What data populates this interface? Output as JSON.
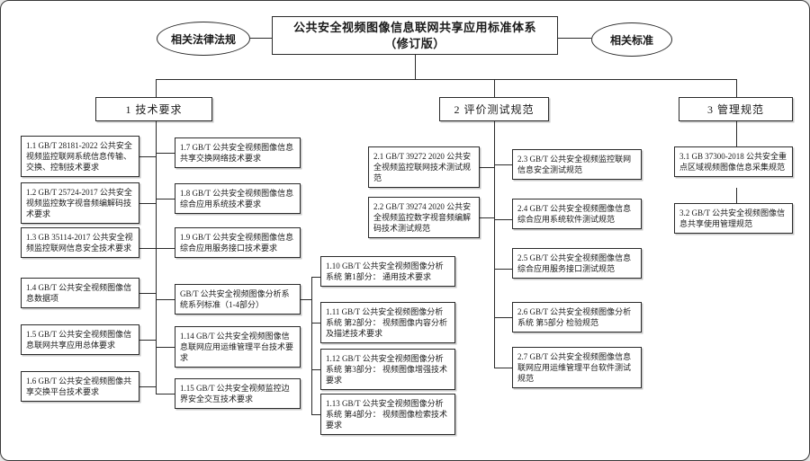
{
  "diagram": {
    "title_line1": "公共安全视频图像信息联网共享应用标准体系",
    "title_line2": "（修订版）",
    "left_ellipse": "相关法律法规",
    "right_ellipse": "相关标准",
    "colors": {
      "ink": "#2a2a2a",
      "paper": "#ffffff"
    }
  },
  "branches": {
    "b1": "1 技术要求",
    "b2": "2 评价测试规范",
    "b3": "3 管理规范"
  },
  "nodes": {
    "n1_1": "1.1 GB/T 28181-2022 公共安全视频监控联网系统信息传输、交换、控制技术要求",
    "n1_2": "1.2 GB/T 25724-2017 公共安全视频监控数字视音频编解码技术要求",
    "n1_3": "1.3 GB 35114-2017 公共安全视频监控联网信息安全技术要求",
    "n1_4": "1.4 GB/T 公共安全视频图像信息数据项",
    "n1_5": "1.5 GB/T 公共安全视频图像信息联网共享应用总体要求",
    "n1_6": "1.6 GB/T 公共安全视频图像共享交换平台技术要求",
    "n1_7": "1.7 GB/T 公共安全视频图像信息共享交换网络技术要求",
    "n1_8": "1.8 GB/T 公共安全视频图像信息综合应用系统技术要求",
    "n1_9": "1.9 GB/T 公共安全视频图像信息综合应用服务接口技术要求",
    "series": "GB/T 公共安全视频图像分析系统系列标准（1-4部分）",
    "n1_10": "1.10 GB/T 公共安全视频图像分析系统 第1部分： 通用技术要求",
    "n1_11": "1.11 GB/T 公共安全视频图像分析系统 第2部分： 视频图像内容分析及描述技术要求",
    "n1_12": "1.12 GB/T 公共安全视频图像分析系统 第3部分： 视频图像增强技术要求",
    "n1_13": "1.13 GB/T 公共安全视频图像分析系统 第4部分： 视频图像检索技术要求",
    "n1_14": "1.14 GB/T 公共安全视频图像信息联网应用运维管理平台技术要求",
    "n1_15": "1.15 GB/T 公共安全视频监控边界安全交互技术要求",
    "n2_1": "2.1 GB/T 39272 2020 公共安全视频监控联网技术测试规范",
    "n2_2": "2.2 GB/T 39274 2020 公共安全视频监控数字视音频编解码技术测试规范",
    "n2_3": "2.3 GB/T 公共安全视频监控联网信息安全测试规范",
    "n2_4": "2.4 GB/T 公共安全视频图像信息综合应用系统软件测试规范",
    "n2_5": "2.5 GB/T 公共安全视频图像信息综合应用服务接口测试规范",
    "n2_6": "2.6 GB/T 公共安全视频图像分析系统 第5部分 检验规范",
    "n2_7": "2.7 GB/T 公共安全视频图像信息联网应用运维管理平台软件测试规范",
    "n3_1": "3.1 GB 37300-2018 公共安全重点区域视频图像信息采集规范",
    "n3_2": "3.2 GB/T 公共安全视频图像信息共享使用管理规范"
  }
}
